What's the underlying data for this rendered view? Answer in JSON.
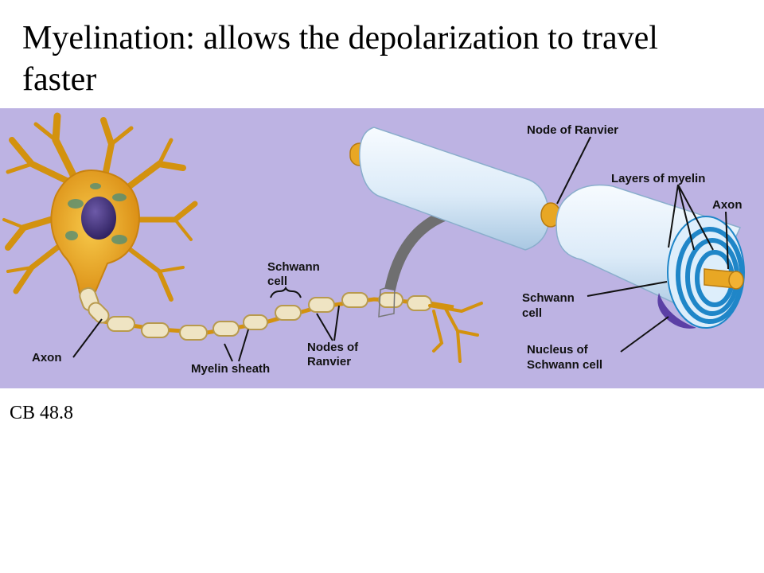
{
  "slide": {
    "title": "Myelination: allows the depolarization to travel faster",
    "caption": "CB 48.8"
  },
  "diagram": {
    "labels": {
      "axon_left": "Axon",
      "myelin_sheath": "Myelin sheath",
      "schwann_cell_line1": "Schwann",
      "schwann_cell_line2": "cell",
      "nodes_line1": "Nodes of",
      "nodes_line2": "Ranvier",
      "node_of_ranvier": "Node of Ranvier",
      "layers_of_myelin": "Layers of myelin",
      "axon_right": "Axon",
      "schwann_right_line1": "Schwann",
      "schwann_right_line2": "cell",
      "nucleus_line1": "Nucleus of",
      "nucleus_line2": "Schwann cell"
    },
    "colors": {
      "background": "#bdb3e3",
      "neuron": "#e8a724",
      "myelin": "#efe4c3",
      "sheath_cylinder": "#e8f3fb",
      "spiral": "#1f86c8",
      "nucleus": "#3a2d78",
      "arrow": "#6f6f70"
    }
  }
}
